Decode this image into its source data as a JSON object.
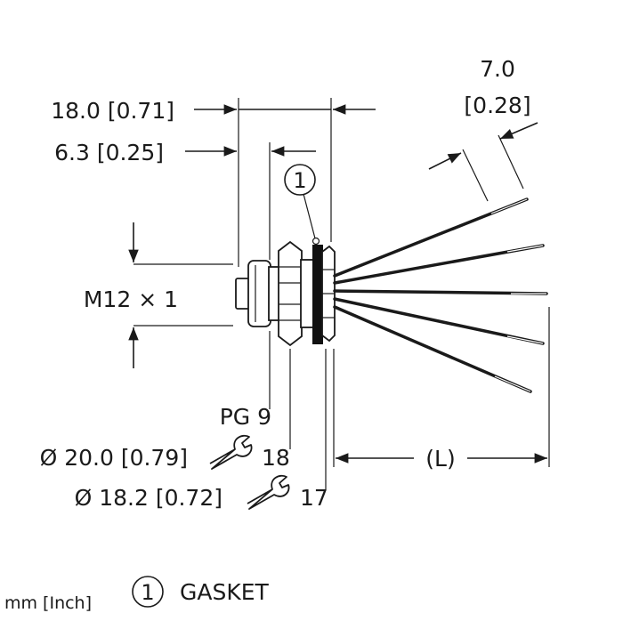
{
  "units_note": "mm [Inch]",
  "dimensions": {
    "overall_length": "18.0 [0.71]",
    "flange_length": "6.3 [0.25]",
    "wire_strip": "7.0",
    "wire_strip_inch": "[0.28]",
    "thread": "M12 × 1",
    "panel_thread": "PG 9",
    "nut_dia_1": "Ø 20.0 [0.79]",
    "nut_wrench_1": "18",
    "nut_dia_2": "Ø 18.2 [0.72]",
    "nut_wrench_2": "17",
    "cable_length": "(L)"
  },
  "callouts": [
    {
      "number": "1",
      "label": "GASKET"
    }
  ],
  "icons": {
    "wrench": "wrench-icon",
    "callout": "numbered-circle-icon"
  },
  "colors": {
    "line": "#1a1a1a",
    "gasket": "#111111",
    "background": "#ffffff"
  }
}
